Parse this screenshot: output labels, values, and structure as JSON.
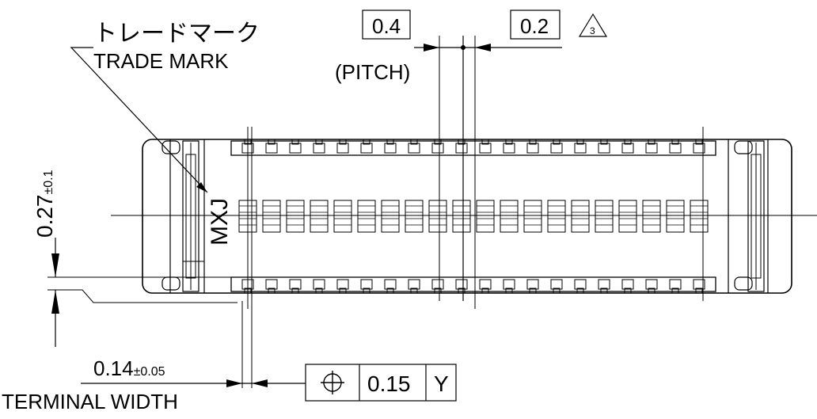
{
  "labels": {
    "trade_mark_jp": "トレードマーク",
    "trade_mark_en": "TRADE MARK",
    "pitch_value": "0.4",
    "pitch_label": "(PITCH)",
    "tolerance_value": "0.2",
    "revision_mark": "3",
    "height_value": "0.27",
    "height_tol": "±0.1",
    "terminal_width_value": "0.14",
    "terminal_width_tol": "±0.05",
    "terminal_width_label": "TERMINAL WIDTH",
    "position_tol_value": "0.15",
    "datum": "Y",
    "marking": "MXJ"
  },
  "colors": {
    "line": "#000000",
    "background": "#ffffff"
  },
  "terminal_count_per_row": 20
}
